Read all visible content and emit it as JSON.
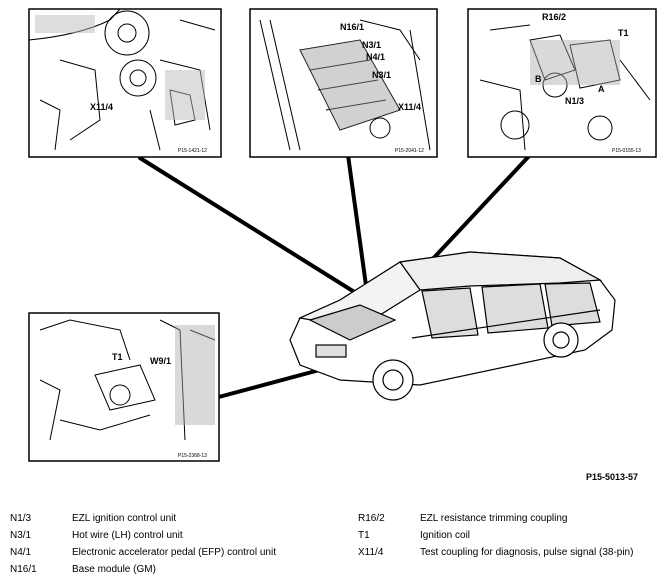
{
  "callouts": {
    "panel1": [
      "X11/4"
    ],
    "panel2": [
      "N16/1",
      "N3/1",
      "N4/1",
      "N3/1",
      "X11/4"
    ],
    "panel3": [
      "R16/2",
      "T1",
      "N1/3",
      "A",
      "B"
    ],
    "panel4": [
      "T1",
      "W9/1"
    ]
  },
  "figure_id": "P15-5013-57",
  "legend": {
    "left": [
      {
        "code": "N1/3",
        "desc": "EZL ignition control unit"
      },
      {
        "code": "N3/1",
        "desc": "Hot wire (LH) control unit"
      },
      {
        "code": "N4/1",
        "desc": "Electronic accelerator pedal (EFP) control unit"
      },
      {
        "code": "N16/1",
        "desc": "Base module (GM)"
      }
    ],
    "right": [
      {
        "code": "R16/2",
        "desc": "EZL resistance trimming coupling"
      },
      {
        "code": "T1",
        "desc": "Ignition coil"
      },
      {
        "code": "X11/4",
        "desc": "Test coupling for diagnosis, pulse signal (38-pin)"
      }
    ]
  }
}
